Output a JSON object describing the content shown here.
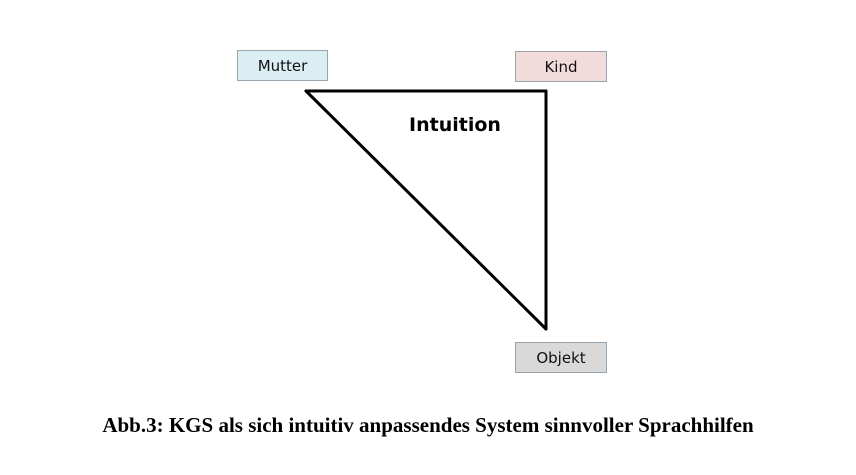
{
  "diagram": {
    "nodes": {
      "mutter": {
        "label": "Mutter",
        "fill": "#dbeef4"
      },
      "kind": {
        "label": "Kind",
        "fill": "#f2dcdb"
      },
      "objekt": {
        "label": "Objekt",
        "fill": "#d9d9d9"
      }
    },
    "center_label": "Intuition",
    "edges": [
      {
        "from": "mutter",
        "to": "kind"
      },
      {
        "from": "kind",
        "to": "objekt"
      },
      {
        "from": "objekt",
        "to": "mutter"
      }
    ]
  },
  "caption": "Abb.3: KGS als sich intuitiv anpassendes System sinnvoller Sprachhilfen"
}
